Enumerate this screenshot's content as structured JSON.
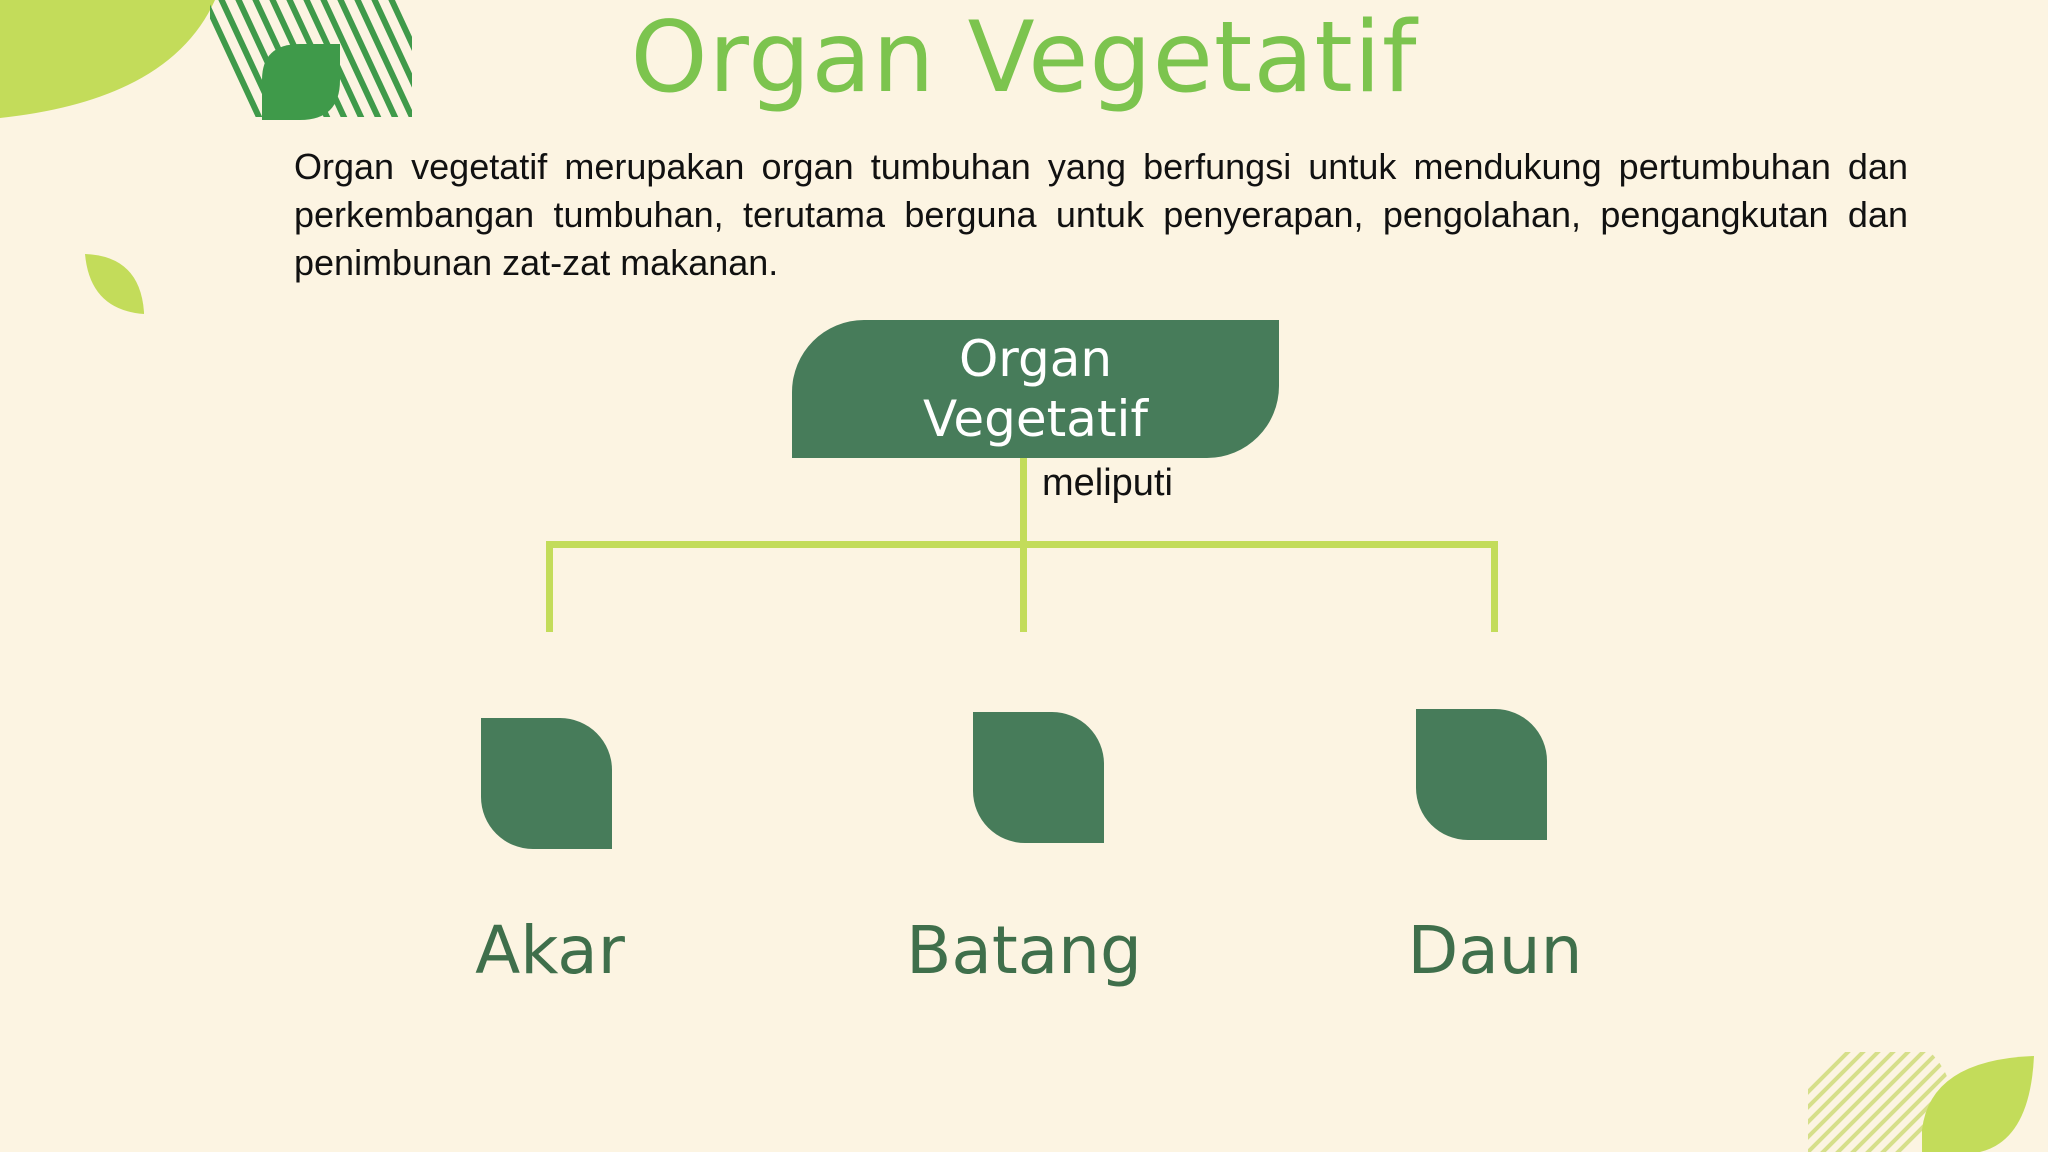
{
  "slide": {
    "title": "Organ Vegetatif",
    "description": "Organ vegetatif merupakan organ tumbuhan yang berfungsi untuk mendukung pertumbuhan dan perkembangan tumbuhan, terutama berguna untuk penyerapan, pengolahan, pengangkutan dan penimbunan zat-zat makanan."
  },
  "diagram": {
    "root_label": "Organ\nVegetatif",
    "connector_label": "meliputi",
    "children": [
      {
        "label": "Akar"
      },
      {
        "label": "Batang"
      },
      {
        "label": "Daun"
      }
    ]
  },
  "colors": {
    "background": "#fcf4e2",
    "title": "#7cc44e",
    "box": "#477c5a",
    "line": "#c3dc5a",
    "child_text": "#3f6f4b"
  }
}
